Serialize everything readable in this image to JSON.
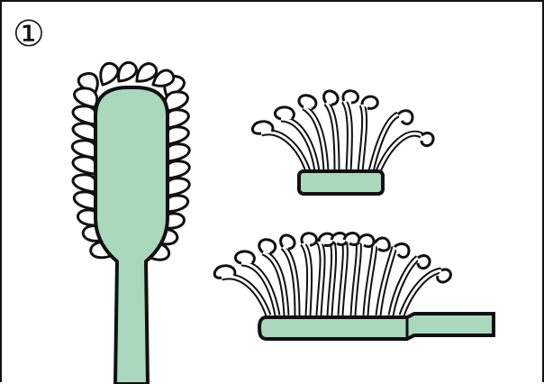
{
  "figure": {
    "step_label": "①",
    "colors": {
      "outline": "#111111",
      "handle_fill": "#a9d8bd",
      "bristle_fill": "#ffffff",
      "background": "#ffffff"
    },
    "icons": {
      "top_view": "splayed-toothbrush-front-view",
      "side_view_small": "splayed-bristle-tuft-side-view",
      "side_view_large": "splayed-toothbrush-side-view"
    }
  }
}
